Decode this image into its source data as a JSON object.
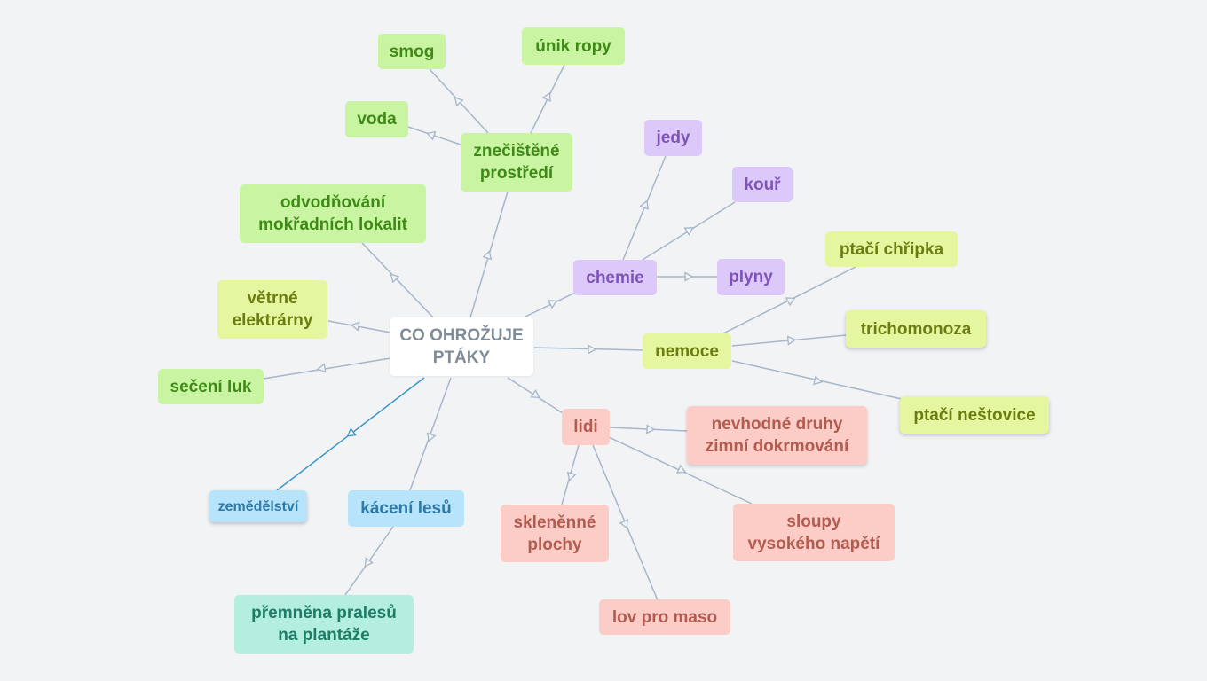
{
  "colors": {
    "background": "#f1f3f5",
    "edge": "#a7b6c9",
    "edge_highlight": "#3b97cc"
  },
  "nodes": {
    "center": [
      "CO OHROŽUJE",
      "PTÁKY"
    ],
    "znecistene": [
      "znečištěné",
      "prostředí"
    ],
    "smog": [
      "smog"
    ],
    "unik_ropy": [
      "únik ropy"
    ],
    "voda": [
      "voda"
    ],
    "odvodnovani": [
      "odvodňování",
      "mokřadních lokalit"
    ],
    "vetrne": [
      "větrné",
      "elektrárny"
    ],
    "seceni": [
      "sečení luk"
    ],
    "zemedelstvi": [
      "zemědělství"
    ],
    "kaceni": [
      "kácení lesů"
    ],
    "premnena": [
      "přemněna pralesů",
      "na plantáže"
    ],
    "chemie": [
      "chemie"
    ],
    "jedy": [
      "jedy"
    ],
    "kour": [
      "kouř"
    ],
    "plyny": [
      "plyny"
    ],
    "nemoce": [
      "nemoce"
    ],
    "ptaci_chripka": [
      "ptačí chřipka"
    ],
    "trichomonoza": [
      "trichomonoza"
    ],
    "ptaci_nestovice": [
      "ptačí neštovice"
    ],
    "lidi": [
      "lidi"
    ],
    "nevhodne": [
      "nevhodné druhy",
      "zimní dokrmování"
    ],
    "sklenene": [
      "skleněnné",
      "plochy"
    ],
    "sloupy": [
      "sloupy",
      "vysokého napětí"
    ],
    "lov": [
      "lov pro maso"
    ]
  }
}
